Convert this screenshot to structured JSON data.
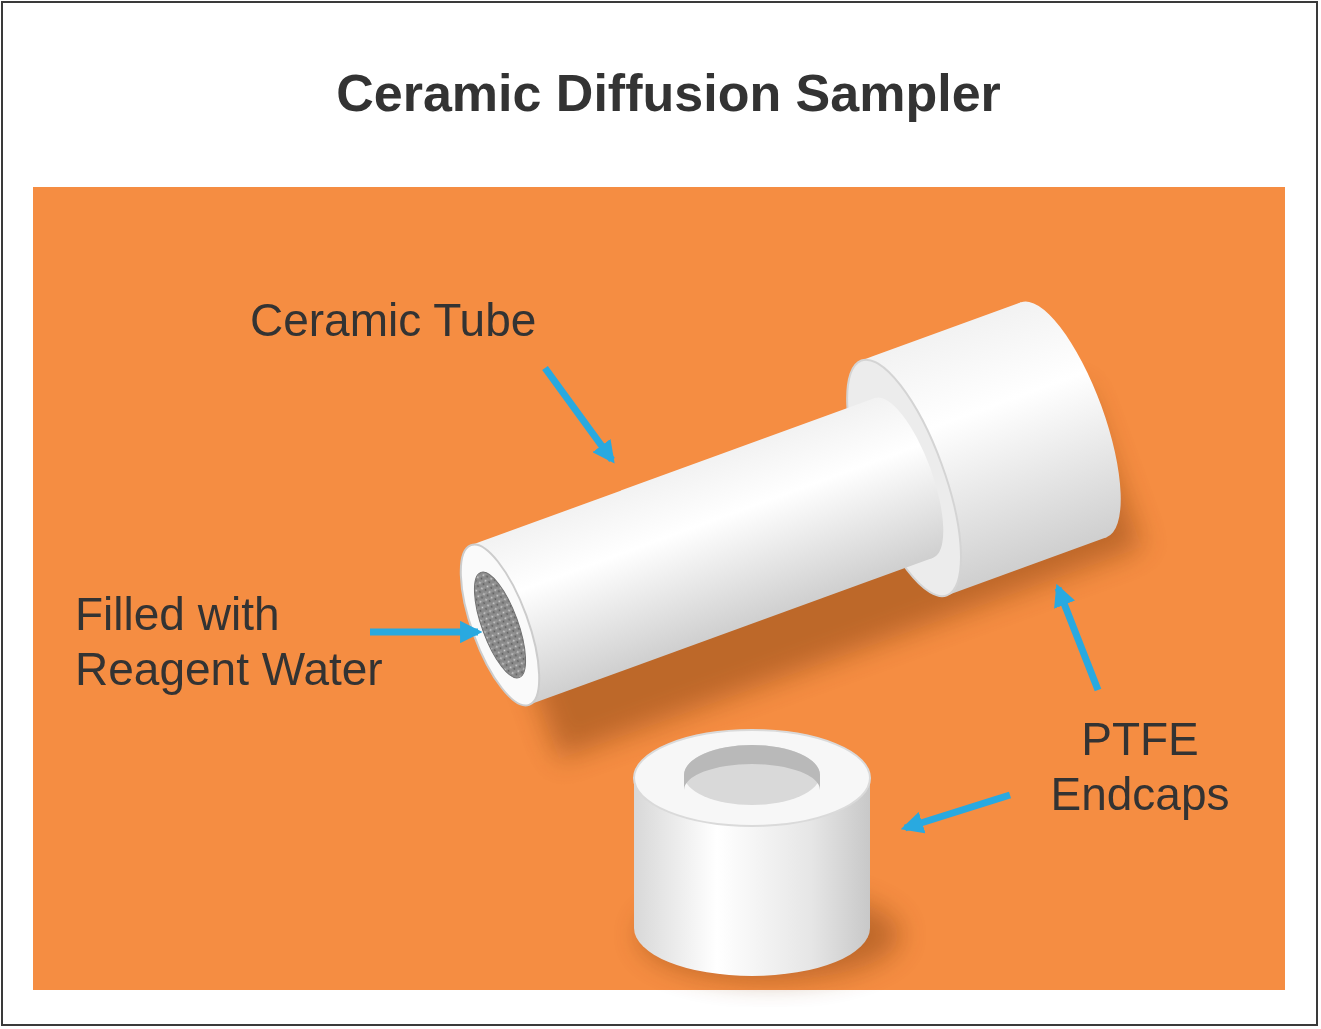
{
  "diagram": {
    "title": "Ceramic Diffusion Sampler",
    "labels": [
      "Ceramic Tube",
      "Filled with Reagent Water",
      "PTFE Endcaps"
    ]
  }
}
